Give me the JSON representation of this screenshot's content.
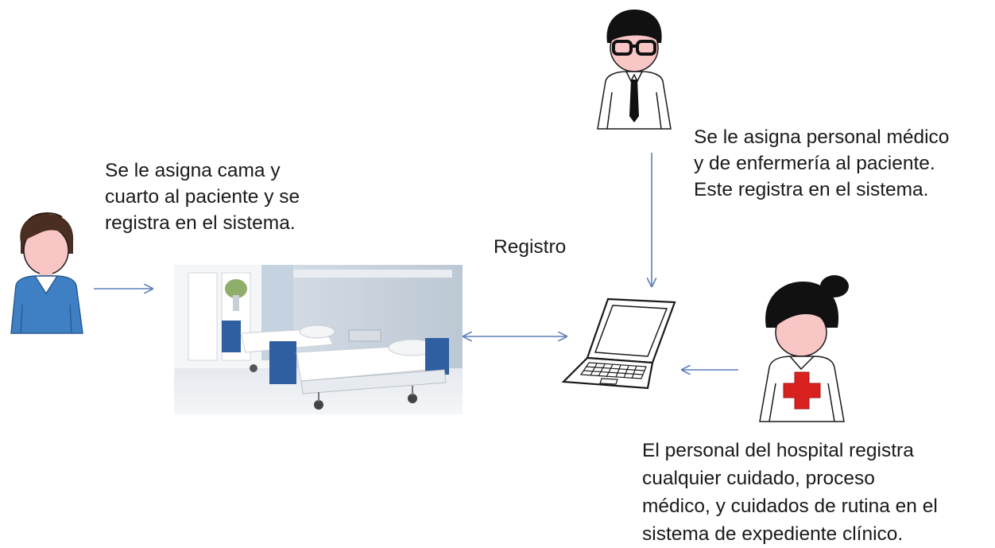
{
  "patient_note": {
    "lines": [
      "Se le asigna cama y",
      "cuarto al paciente y se",
      "registra en el sistema."
    ]
  },
  "doctor_note": {
    "lines": [
      "Se le asigna personal médico",
      "y de enfermería al paciente.",
      "Este registra en el sistema."
    ]
  },
  "registro_label": "Registro",
  "staff_note": {
    "lines": [
      "El personal del hospital registra",
      "cualquier cuidado, proceso",
      "médico, y cuidados de rutina en el",
      "sistema de expediente clínico."
    ]
  },
  "icons": [
    "patient-icon",
    "doctor-icon",
    "nurse-icon",
    "laptop-icon",
    "hospital-room-photo"
  ],
  "colors": {
    "arrow": "#5b7fb8",
    "skin": "#f9c6c6",
    "patient_shirt": "#3f80c4",
    "red_cross": "#d9211f"
  }
}
